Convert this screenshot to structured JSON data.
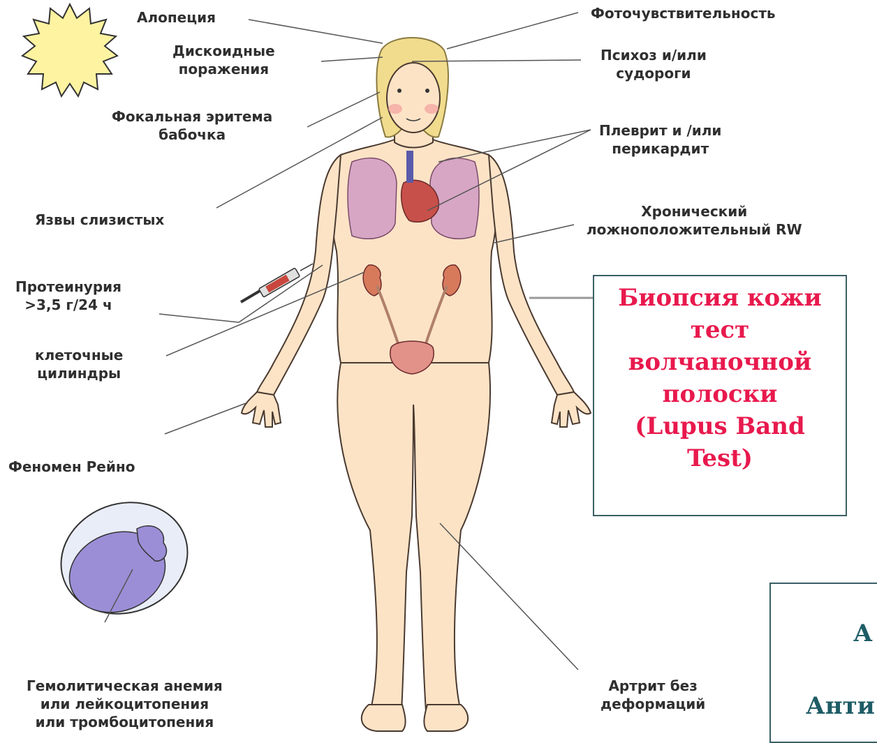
{
  "labels": {
    "alopecia": "Алопеция",
    "discoid": [
      "Дискоидные",
      "поражения"
    ],
    "butterfly": [
      "Фокальная эритема",
      "бабочка"
    ],
    "mucosal_ulcers": "Язвы слизистых",
    "proteinuria": [
      "Протеинурия",
      ">3,5 г/24 ч"
    ],
    "casts": [
      "клеточные",
      "цилиндры"
    ],
    "raynaud": "Феномен Рейно",
    "hematologic": [
      "Гемолитическая анемия",
      "или лейкоцитопения",
      "или тромбоцитопения"
    ],
    "photosensitivity": "Фоточувствительность",
    "psychosis": [
      "Психоз и/или",
      "судороги"
    ],
    "pleuritis": [
      "Плеврит и /или",
      "перикардит"
    ],
    "rw": [
      "Хронический",
      "ложноположительный RW"
    ],
    "arthritis": [
      "Артрит без",
      "деформаций"
    ]
  },
  "biopsy_box": {
    "lines": [
      "Биопсия кожи",
      "тест",
      "волчаночной",
      "полоски",
      "(Lupus Band",
      "Test)"
    ]
  },
  "partial_box": {
    "lines": [
      "А",
      "Анти"
    ]
  },
  "colors": {
    "skin": "#fde3c6",
    "skin_outline": "#4a3a30",
    "hair": "#f1dc8e",
    "lungs": "#d7a6c4",
    "heart": "#c8504a",
    "kidney": "#d77a5c",
    "bladder": "#e3928a",
    "sun": "#fdf3a0",
    "cell": "#9b8ed6",
    "label_text": "#2f2f2f",
    "biopsy_text": "#e8194d",
    "box_border": "#3b5f66",
    "partial_text": "#1e5c66"
  }
}
